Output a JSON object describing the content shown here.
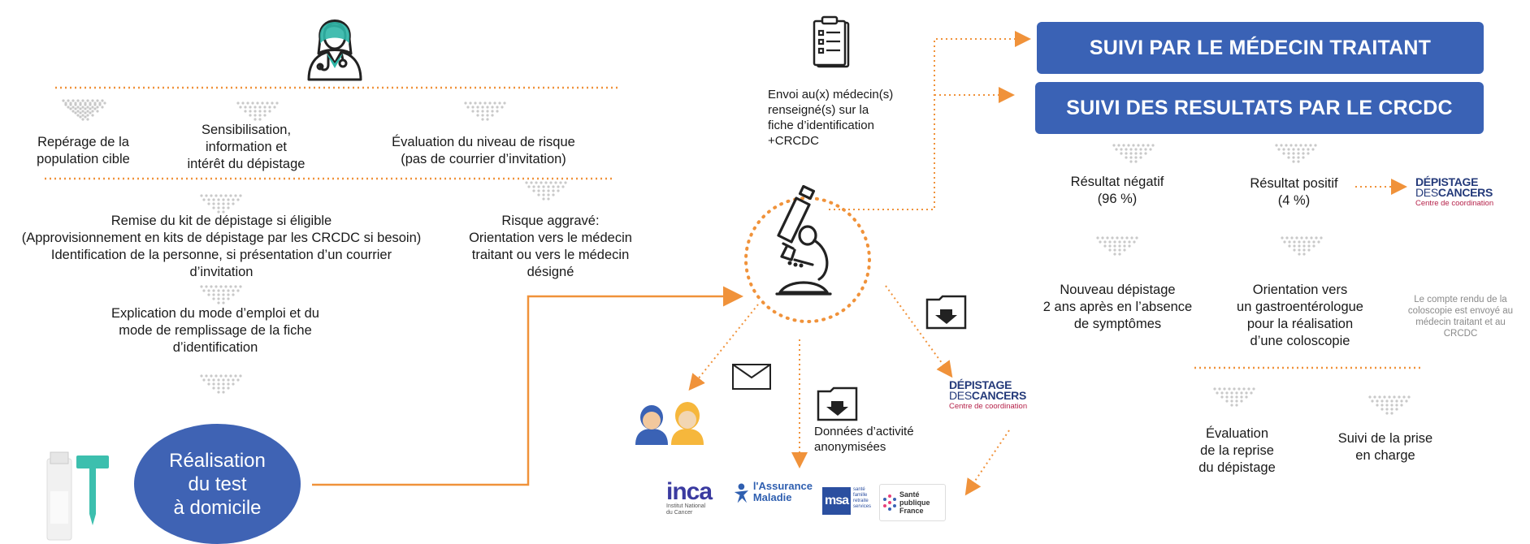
{
  "left": {
    "step1": "Repérage de la\npopulation cible",
    "step2": "Sensibilisation,\ninformation et\nintérêt du dépistage",
    "step3": "Évaluation du niveau de risque\n(pas de courrier d’invitation)",
    "kit": "Remise du kit de dépistage  si éligible\n(Approvisionnement en kits de dépistage par les CRCDC si besoin)\nIdentification de la personne, si présentation d’un courrier\nd’invitation",
    "risk": "Risque aggravé:\nOrientation vers le médecin\ntraitant ou vers le médecin\ndésigné",
    "explain": "Explication du mode d’emploi et du\nmode de remplissage de la fiche\nd’identification",
    "home_test": "Réalisation\ndu test\nà domicile"
  },
  "middle": {
    "envoi": "Envoi au(x) médecin(s)\nrenseigné(s) sur la\nfiche d’identification\n+CRCDC",
    "donnees": "Données d’activité\nanonymisées"
  },
  "right": {
    "box1": "SUIVI PAR LE MÉDECIN TRAITANT",
    "box2": "SUIVI  DES RESULTATS PAR LE  CRCDC",
    "neg": "Résultat négatif\n(96 %)",
    "pos": "Résultat positif\n(4 %)",
    "nouveau": "Nouveau dépistage\n2 ans après en l’absence\nde symptômes",
    "orientation": "Orientation vers\nun gastroentérologue\npour la réalisation\nd’une coloscopie",
    "compte_rendu": "Le compte rendu de la\ncoloscopie est envoyé au\nmédecin traitant et au\nCRCDC",
    "evaluation": "Évaluation\nde la reprise\ndu dépistage",
    "suivi_prise": "Suivi de la prise\nen charge"
  },
  "logos": {
    "depistage_line1": "DÉPISTAGE",
    "depistage_line2a": "DES",
    "depistage_line2b": "CANCERS",
    "depistage_line3": "Centre de coordination",
    "inca": "inca",
    "inca_sub": "Institut National\ndu Cancer",
    "assurance_1": "l'Assurance",
    "assurance_2": "Maladie",
    "msa": "msa",
    "msa_sub": "santé\nfamille\nretraite\nservices",
    "sante_publique": "Santé\npublique\nFrance"
  },
  "colors": {
    "orange": "#f0923a",
    "blue_box": "#3a62b5",
    "blue_oval": "#3f63b4",
    "teal": "#2fb6a7",
    "depistage_blue": "#243a7a",
    "depistage_red": "#b5224a"
  },
  "icons": [
    "doctor-icon",
    "clipboard-icon",
    "microscope-icon",
    "envelope-icon",
    "folder-download-icon",
    "patients-icon",
    "test-kit-icon",
    "funnel-icon"
  ]
}
